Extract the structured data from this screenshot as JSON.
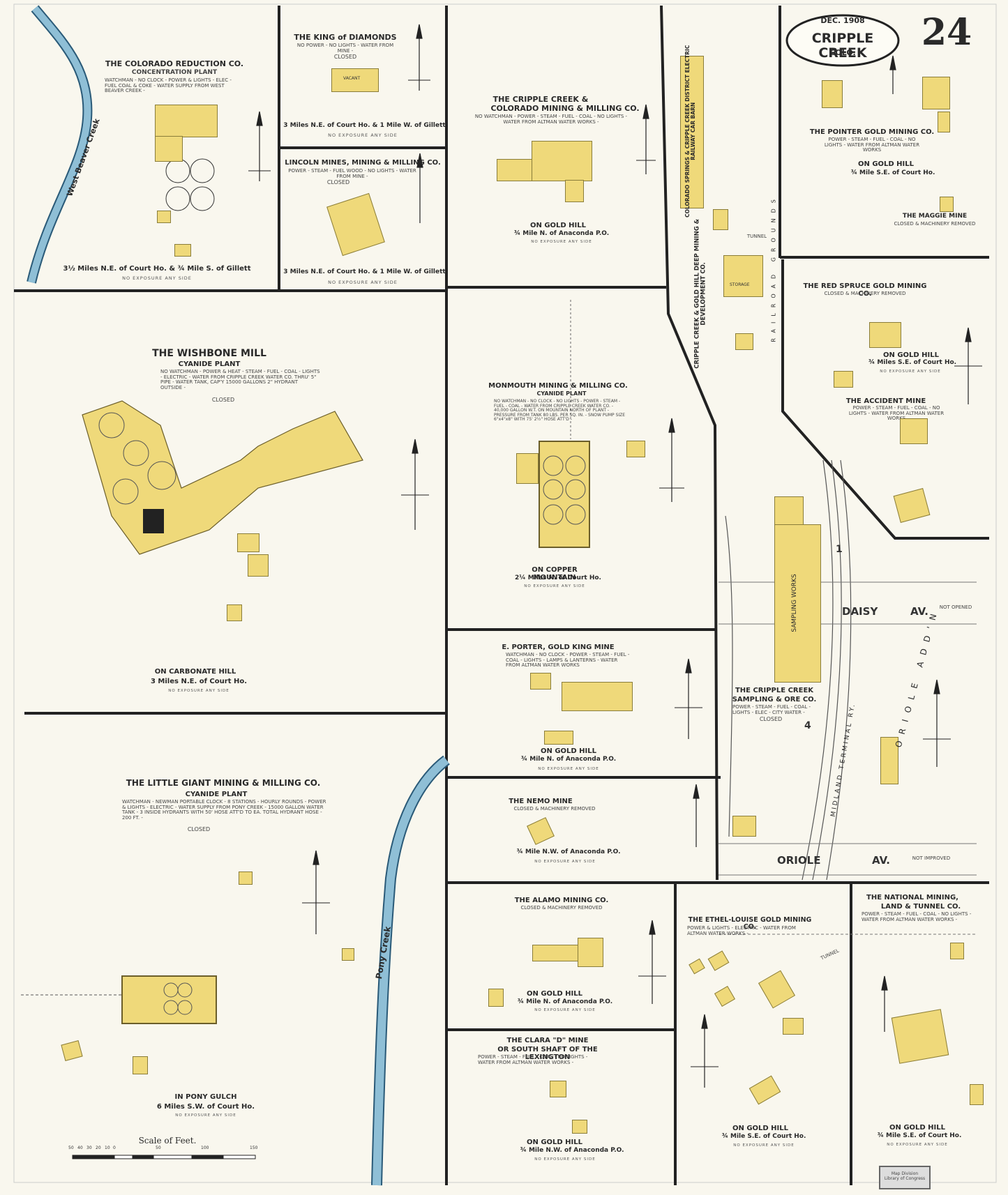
{
  "header": {
    "date": "DEC. 1908",
    "city": "CRIPPLE CREEK",
    "state": "COLO.",
    "sheet_number": "24"
  },
  "colors": {
    "paper": "#f9f7ee",
    "building": "#efd97a",
    "creek": "#8fbfd6",
    "line": "#222222"
  },
  "panels": {
    "colorado_reduction": {
      "title": "THE COLORADO REDUCTION CO.",
      "subtitle": "CONCENTRATION PLANT",
      "notes": "WATCHMAN - NO CLOCK - POWER & LIGHTS - ELEC - FUEL COAL & COKE - WATER SUPPLY FROM WEST BEAVER CREEK -",
      "location": "3½ Miles N.E. of Court Ho. & ¾ Mile S. of Gillett",
      "exposure": "NO EXPOSURE ANY SIDE"
    },
    "king_of_diamonds": {
      "title": "THE KING of DIAMONDS",
      "notes": "NO POWER - NO LIGHTS - WATER FROM MINE -",
      "status": "CLOSED",
      "location": "3 Miles N.E. of Court Ho. & 1 Mile W. of Gillett",
      "exposure": "NO EXPOSURE ANY SIDE",
      "bldg": "VACANT"
    },
    "lincoln_mines": {
      "title": "LINCOLN MINES, MINING & MILLING CO.",
      "notes": "POWER - STEAM - FUEL WOOD - NO LIGHTS - WATER FROM MINE -",
      "status": "CLOSED",
      "location": "3 Miles N.E. of Court Ho. & 1 Mile W. of Gillett",
      "exposure": "NO EXPOSURE ANY SIDE"
    },
    "cripple_creek_colorado": {
      "title_line1": "THE CRIPPLE CREEK &",
      "title_line2": "COLORADO MINING & MILLING CO.",
      "notes": "NO WATCHMAN - POWER - STEAM - FUEL - COAL - NO LIGHTS - WATER FROM ALTMAN WATER WORKS -",
      "location_line1": "ON GOLD HILL",
      "location_line2": "¾ Mile N. of Anaconda P.O.",
      "exposure": "NO EXPOSURE ANY SIDE"
    },
    "pointer": {
      "title": "THE POINTER GOLD MINING CO.",
      "notes": "POWER - STEAM - FUEL - COAL - NO LIGHTS - WATER FROM ALTMAN WATER WORKS",
      "location_line1": "ON GOLD HILL",
      "location_line2": "¾ Mile S.E. of Court Ho."
    },
    "maggie": {
      "title": "THE MAGGIE MINE",
      "notes": "CLOSED & MACHINERY REMOVED"
    },
    "red_spruce": {
      "title": "THE RED SPRUCE GOLD MINING CO.",
      "notes": "CLOSED & MACHINERY REMOVED",
      "location_line1": "ON GOLD HILL",
      "location_line2": "¾ Miles S.E. of Court Ho.",
      "exposure": "NO EXPOSURE ANY SIDE"
    },
    "accident": {
      "title": "THE ACCIDENT MINE",
      "notes": "POWER - STEAM - FUEL - COAL - NO LIGHTS - WATER FROM ALTMAN WATER WORKS"
    },
    "wishbone": {
      "title": "THE WISHBONE MILL",
      "subtitle": "CYANIDE PLANT",
      "notes": "NO WATCHMAN - POWER & HEAT - STEAM - FUEL - COAL - LIGHTS - ELECTRIC - WATER FROM CRIPPLE CREEK WATER CO. THRU' 5\" PIPE - WATER TANK, CAP'Y 15000 GALLONS 2\" HYDRANT OUTSIDE -",
      "status": "CLOSED",
      "location_line1": "ON CARBONATE HILL",
      "location_line2": "3 Miles N.E. of Court Ho.",
      "exposure": "NO EXPOSURE ANY SIDE"
    },
    "monmouth": {
      "title": "MONMOUTH MINING & MILLING CO.",
      "subtitle": "CYANIDE PLANT",
      "notes": "NO WATCHMAN - NO CLOCK - NO LIGHTS - POWER - STEAM - FUEL - COAL - WATER FROM CRIPPLE CREEK WATER CO. - 40,000 GALLON W.T. ON MOUNTAIN NORTH OF PLANT - PRESSURE FROM TANK 80 LBS. PER SQ. IN. - SNOW PUMP SIZE 6\"x4\"x8\" WITH 75' 2½\" HOSE ATT'D -",
      "location_line1": "ON COPPER MOUNTAIN",
      "location_line2": "2¼ Miles N. of Court Ho.",
      "exposure": "NO EXPOSURE ANY SIDE"
    },
    "gold_king": {
      "title": "E. PORTER, GOLD KING MINE",
      "notes": "WATCHMAN - NO CLOCK - POWER - STEAM - FUEL - COAL - LIGHTS - LAMPS & LANTERNS - WATER FROM ALTMAN WATER WORKS",
      "location_line1": "ON GOLD HILL",
      "location_line2": "¾ Mile N. of Anaconda P.O.",
      "exposure": "NO EXPOSURE ANY SIDE"
    },
    "nemo": {
      "title": "THE NEMO MINE",
      "notes": "CLOSED & MACHINERY REMOVED",
      "location": "¾ Mile N.W. of Anaconda P.O.",
      "exposure": "NO EXPOSURE ANY SIDE"
    },
    "little_giant": {
      "title": "THE LITTLE GIANT MINING & MILLING CO.",
      "subtitle": "CYANIDE PLANT",
      "notes": "WATCHMAN - NEWMAN PORTABLE CLOCK - 8 STATIONS - HOURLY ROUNDS - POWER & LIGHTS - ELECTRIC - WATER SUPPLY FROM PONY CREEK - 15000 GALLON WATER TANK - 3 INSIDE HYDRANTS WITH 50' HOSE ATT'D TO EA. TOTAL HYDRANT HOSE - 200 FT. -",
      "status": "CLOSED",
      "location_line1": "IN PONY GULCH",
      "location_line2": "6 Miles S.W. of Court Ho.",
      "exposure": "NO EXPOSURE ANY SIDE"
    },
    "sampling": {
      "title_line1": "THE CRIPPLE CREEK",
      "title_line2": "SAMPLING & ORE CO.",
      "notes": "POWER - STEAM - FUEL - COAL - LIGHTS - ELEC - CITY WATER -",
      "status": "CLOSED",
      "bldg": "SAMPLING WORKS"
    },
    "alamo": {
      "title": "THE ALAMO MINING CO.",
      "notes": "CLOSED & MACHINERY REMOVED",
      "location_line1": "ON GOLD HILL",
      "location_line2": "¾ Mile N. of Anaconda P.O.",
      "exposure": "NO EXPOSURE ANY SIDE"
    },
    "clara_d": {
      "title_line1": "THE CLARA \"D\" MINE",
      "title_line2": "OR SOUTH SHAFT OF THE LEXINGTON",
      "notes": "POWER - STEAM - FUEL - COAL - NO LIGHTS - WATER FROM ALTMAN WATER WORKS -",
      "location_line1": "ON GOLD HILL",
      "location_line2": "¾ Mile N.W. of Anaconda P.O.",
      "exposure": "NO EXPOSURE ANY SIDE"
    },
    "ethel_louise": {
      "title": "THE ETHEL-LOUISE GOLD MINING CO.",
      "notes": "POWER & LIGHTS - ELECTRIC - WATER FROM ALTMAN WATER WORKS -",
      "location_line1": "ON GOLD HILL",
      "location_line2": "¾ Mile S.E. of Court Ho.",
      "exposure": "NO EXPOSURE ANY SIDE"
    },
    "national": {
      "title_line1": "THE NATIONAL MINING,",
      "title_line2": "LAND & TUNNEL CO.",
      "notes": "POWER - STEAM - FUEL - COAL - NO LIGHTS - WATER FROM ALTMAN WATER WORKS -",
      "location_line1": "ON GOLD HILL",
      "location_line2": "¾ Mile S.E. of Court Ho.",
      "exposure": "NO EXPOSURE ANY SIDE"
    }
  },
  "vertical_labels": {
    "car_barn": "COLORADO SPRINGS & CRIPPLE CREEK DISTRICT ELECTRIC RAILWAY CAR BARN",
    "deep_mining": "CRIPPLE CREEK & GOLD HILL DEEP MINING & DEVELOPMENT CO.",
    "railroad_grounds": "RAILROAD GROUNDS",
    "west_beaver": "West Beaver Creek",
    "pony_creek": "Pony Creek",
    "midland": "MIDLAND TERMINAL RY.",
    "oriole_add": "ORIOLE ADD'N"
  },
  "streets": {
    "daisy": "DAISY",
    "daisy_av": "AV.",
    "daisy_note": "NOT OPENED",
    "oriole": "ORIOLE",
    "oriole_av": "AV.",
    "oriole_note": "NOT IMPROVED",
    "block_4": "4",
    "block_1": "1"
  },
  "misc": {
    "tunnel": "TUNNEL",
    "storage": "STORAGE",
    "scale_label": "Scale of Feet.",
    "scale_ticks": [
      "50",
      "40",
      "30",
      "20",
      "10",
      "0",
      "50",
      "100",
      "150"
    ],
    "stamp_line1": "Map Division",
    "stamp_line2": "Library of Congress"
  }
}
